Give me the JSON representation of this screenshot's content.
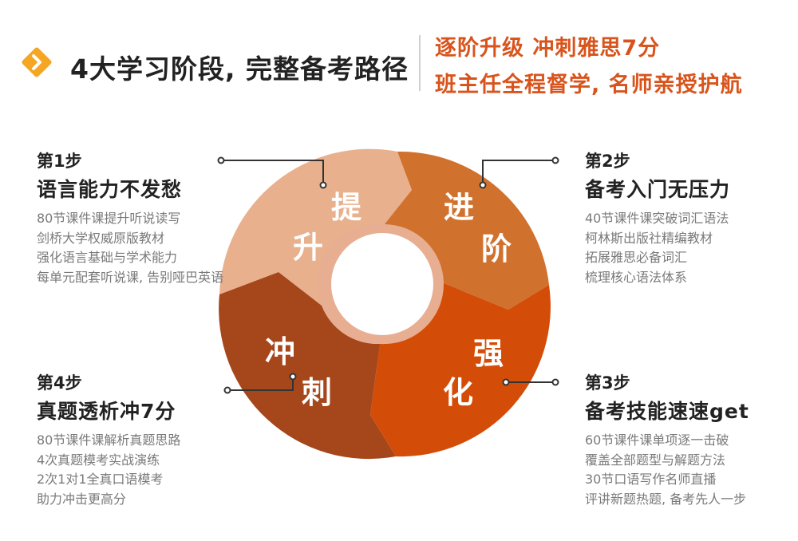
{
  "header": {
    "title": "4大学习阶段, 完整备考路径",
    "slogan_line1": "逐阶升级 冲刺雅思7分",
    "slogan_line2": "班主任全程督学, 名师亲授护航"
  },
  "colors": {
    "accent": "#f5a623",
    "slogan": "#d9541c",
    "segment_tisheng": "#e9b08e",
    "segment_jinjie": "#d1712e",
    "segment_qianghua": "#d44d08",
    "segment_chongci": "#a5461b",
    "inner_ring": "#e7ae92"
  },
  "ring": {
    "segments": [
      {
        "char1": "提",
        "char2": "升"
      },
      {
        "char1": "进",
        "char2": "阶"
      },
      {
        "char1": "强",
        "char2": "化"
      },
      {
        "char1": "冲",
        "char2": "刺"
      }
    ]
  },
  "steps": [
    {
      "number": "第1步",
      "title": "语言能力不发愁",
      "lines": [
        "80节课件课提升听说读写",
        "剑桥大学权威原版教材",
        "强化语言基础与学术能力",
        "每单元配套听说课, 告别哑巴英语"
      ]
    },
    {
      "number": "第2步",
      "title": "备考入门无压力",
      "lines": [
        "40节课件课突破词汇语法",
        "柯林斯出版社精编教材",
        "拓展雅思必备词汇",
        "梳理核心语法体系"
      ]
    },
    {
      "number": "第3步",
      "title": "备考技能速速get",
      "lines": [
        "60节课件课单项逐一击破",
        "覆盖全部题型与解题方法",
        "30节口语写作名师直播",
        "评讲新题热题, 备考先人一步"
      ]
    },
    {
      "number": "第4步",
      "title": "真题透析冲7分",
      "lines": [
        "80节课件课解析真题思路",
        "4次真题模考实战演练",
        "2次1对1全真口语模考",
        "助力冲击更高分"
      ]
    }
  ]
}
